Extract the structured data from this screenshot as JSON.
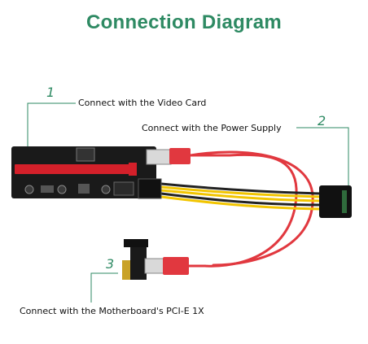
{
  "title": "Connection Diagram",
  "colors": {
    "title": "#2e8a63",
    "accent": "#2e8a63",
    "cable": "#e1383f",
    "board": "#1a1a1a",
    "slot": "#d4202a",
    "yellow_wire": "#f2c500"
  },
  "callouts": [
    {
      "number": "1",
      "text": "Connect with the Video Card"
    },
    {
      "number": "2",
      "text": "Connect with the Power Supply"
    },
    {
      "number": "3",
      "text": "Connect with the Motherboard's PCI-E 1X"
    }
  ]
}
